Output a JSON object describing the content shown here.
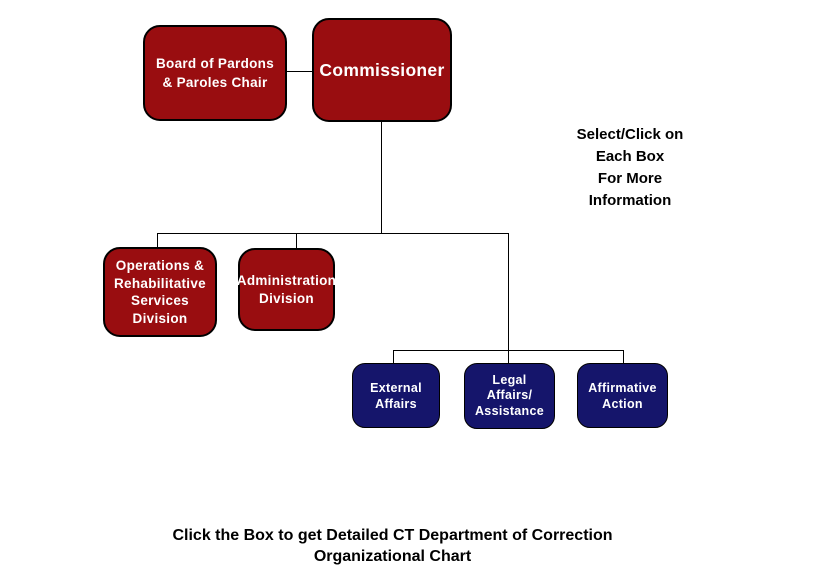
{
  "title": "CT Department of Correction Organizational Chart",
  "colors": {
    "box_red": "#990d10",
    "box_navy": "#15156b",
    "box_text": "#ffffff",
    "line": "#000000",
    "text": "#000000",
    "background": "#ffffff"
  },
  "nodes": {
    "board": {
      "label": "Board of Pardons\n& Paroles Chair",
      "color": "#990d10"
    },
    "commissioner": {
      "label": "Commissioner",
      "color": "#990d10"
    },
    "operations": {
      "label": "Operations &\nRehabilitative\nServices\nDivision",
      "color": "#990d10"
    },
    "administration": {
      "label": "Administration\nDivision",
      "color": "#990d10"
    },
    "external": {
      "label": "External\nAffairs",
      "color": "#15156b"
    },
    "legal": {
      "label": "Legal\nAffairs/\nAssistance",
      "color": "#15156b"
    },
    "affirmative": {
      "label": "Affirmative\nAction",
      "color": "#15156b"
    }
  },
  "notes": {
    "side_note": "Select/Click on\nEach Box\nFor More\nInformation",
    "caption": "Click the Box to get Detailed CT Department of Correction\nOrganizational Chart"
  }
}
